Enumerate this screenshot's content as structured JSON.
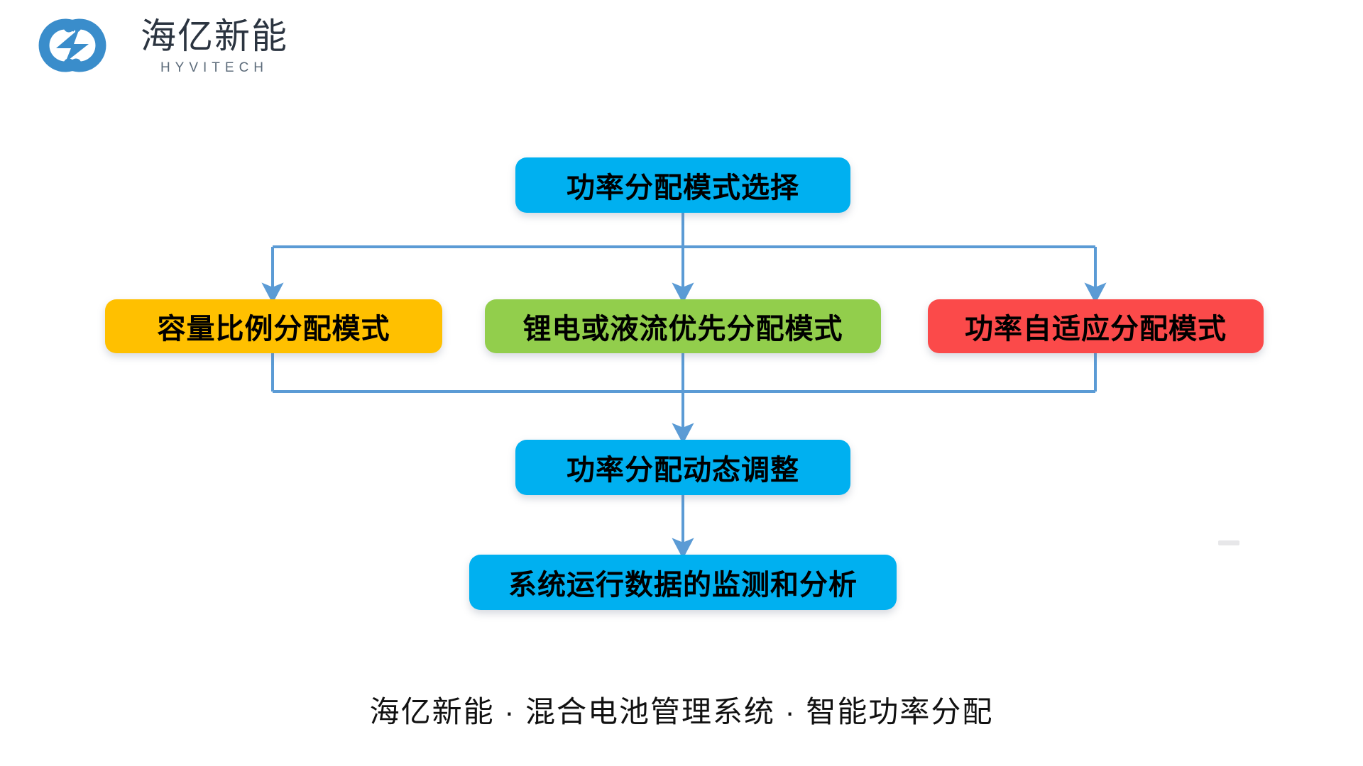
{
  "brand": {
    "logo_icon": "infinity-link-logo",
    "name_cn": "海亿新能",
    "name_en": "HYVITECH",
    "logo_color": "#3A8DCB",
    "name_color": "#2B3440"
  },
  "diagram": {
    "type": "flowchart",
    "title_node": {
      "id": "node-top",
      "label": "功率分配模式选择",
      "color": "#00B0F0"
    },
    "branches": [
      {
        "id": "node-capacity",
        "label": "容量比例分配模式",
        "color": "#FFC000"
      },
      {
        "id": "node-priority",
        "label": "锂电或液流优先分配模式",
        "color": "#92CE4C"
      },
      {
        "id": "node-adaptive",
        "label": "功率自适应分配模式",
        "color": "#FB4A4A"
      }
    ],
    "downstream": [
      {
        "id": "node-dynamic",
        "label": "功率分配动态调整",
        "color": "#00B0F0"
      },
      {
        "id": "node-monitor",
        "label": "系统运行数据的监测和分析",
        "color": "#00B0F0"
      }
    ],
    "connector_color": "#5B9BD5",
    "edges": [
      {
        "from": "node-top",
        "to": "node-capacity",
        "style": "elbow-left"
      },
      {
        "from": "node-top",
        "to": "node-priority",
        "style": "straight"
      },
      {
        "from": "node-top",
        "to": "node-adaptive",
        "style": "elbow-right"
      },
      {
        "from": "node-capacity",
        "to": "node-dynamic",
        "style": "elbow-left-merge"
      },
      {
        "from": "node-priority",
        "to": "node-dynamic",
        "style": "straight"
      },
      {
        "from": "node-adaptive",
        "to": "node-dynamic",
        "style": "elbow-right-merge"
      },
      {
        "from": "node-dynamic",
        "to": "node-monitor",
        "style": "straight"
      }
    ]
  },
  "footer": {
    "caption": "海亿新能 · 混合电池管理系统 · 智能功率分配"
  }
}
